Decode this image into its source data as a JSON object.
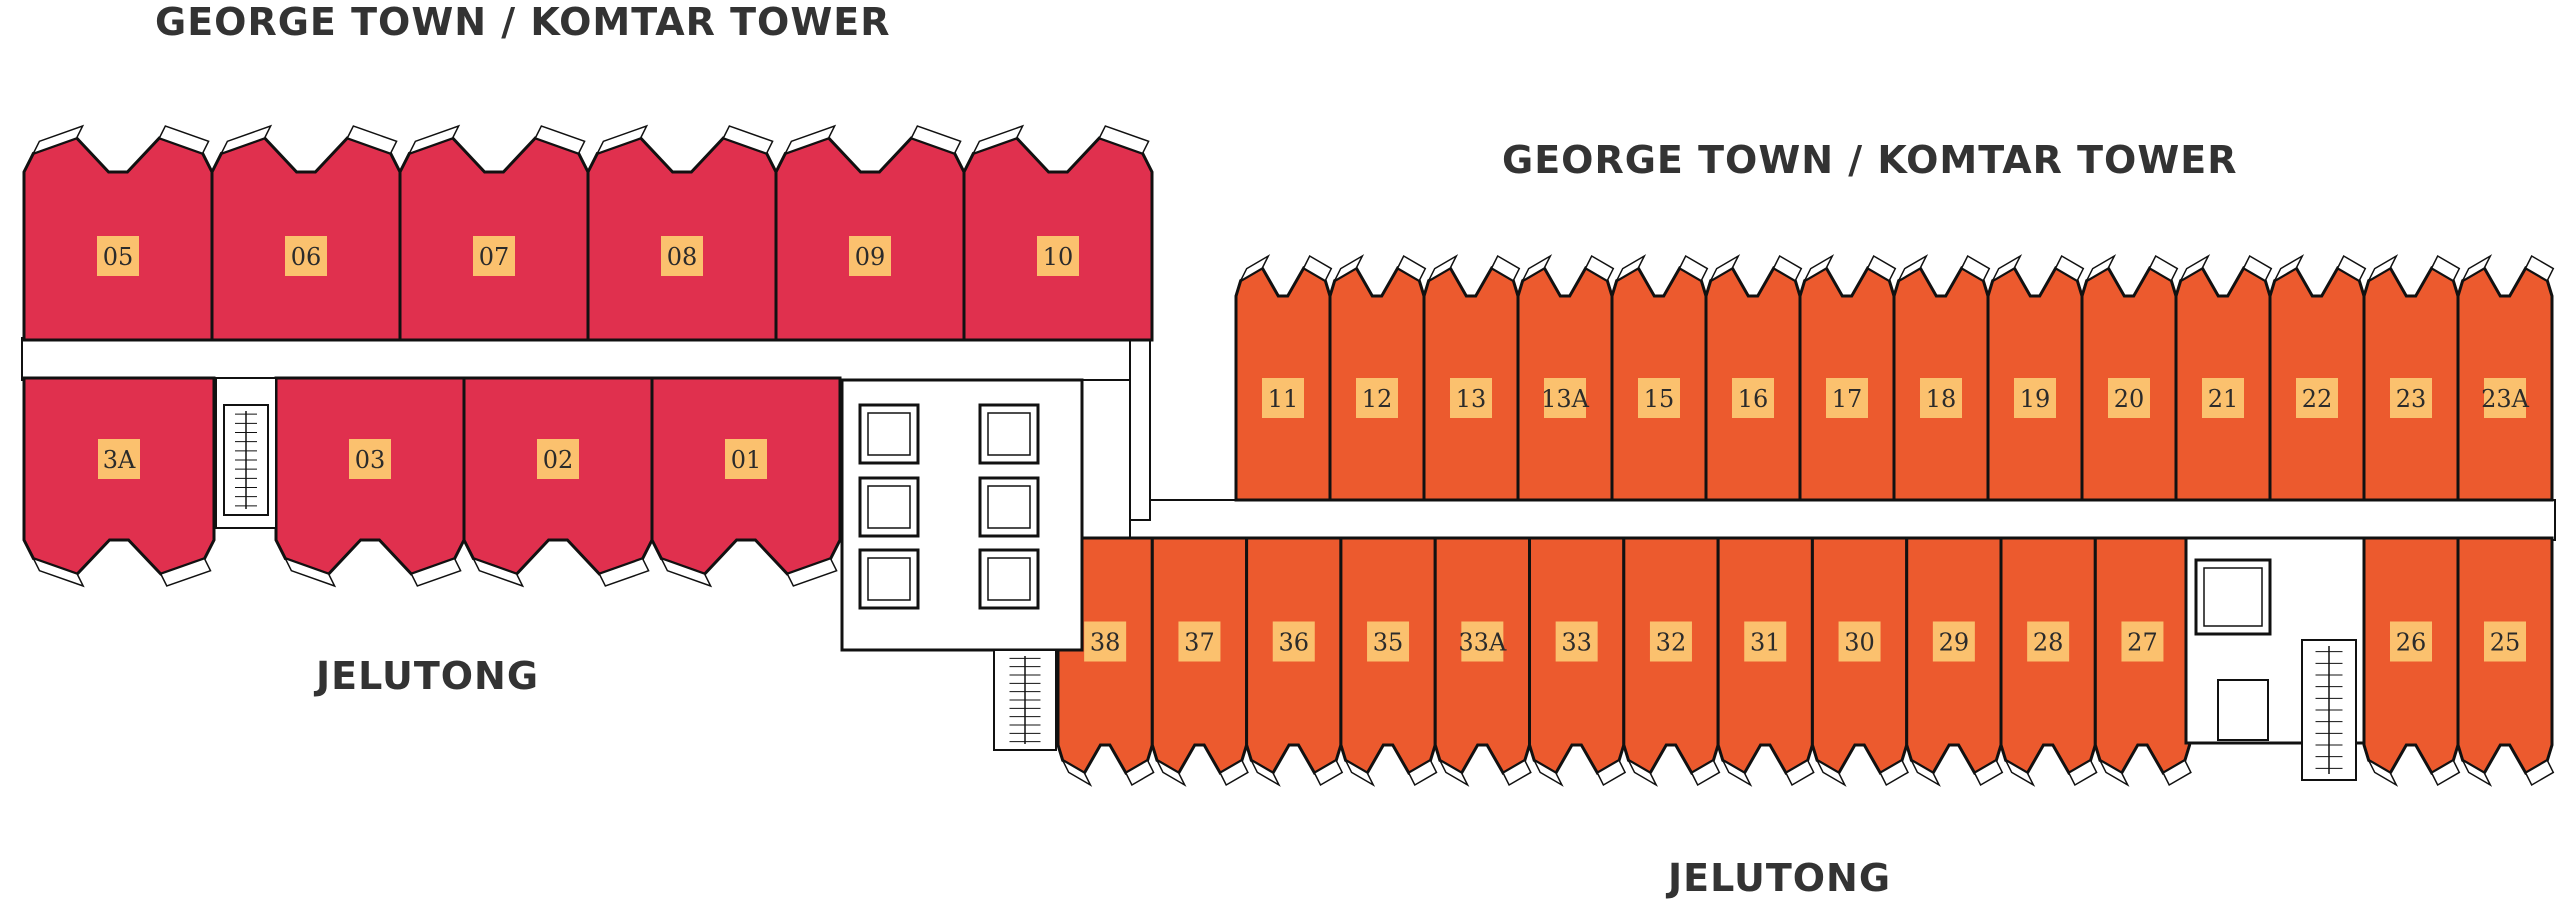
{
  "labels": {
    "top_left": "GEORGE TOWN / KOMTAR TOWER",
    "top_right": "GEORGE TOWN / KOMTAR TOWER",
    "bottom_left": "JELUTONG",
    "bottom_right": "JELUTONG"
  },
  "colors": {
    "red_units": "#e0304e",
    "orange_units": "#ec5a2e",
    "unit_tag": "#fbc16e",
    "outline": "#111111"
  },
  "blocks": {
    "a_top": [
      "05",
      "06",
      "07",
      "08",
      "09",
      "10"
    ],
    "a_bottom": [
      "3A",
      "03",
      "02",
      "01"
    ],
    "b_top": [
      "11",
      "12",
      "13",
      "13A",
      "15",
      "16",
      "17",
      "18",
      "19",
      "20",
      "21",
      "22",
      "23",
      "23A"
    ],
    "b_bottom_main": [
      "38",
      "37",
      "36",
      "35",
      "33A",
      "33",
      "32",
      "31",
      "30",
      "29",
      "28",
      "27"
    ],
    "b_bottom_end": [
      "26",
      "25"
    ]
  }
}
